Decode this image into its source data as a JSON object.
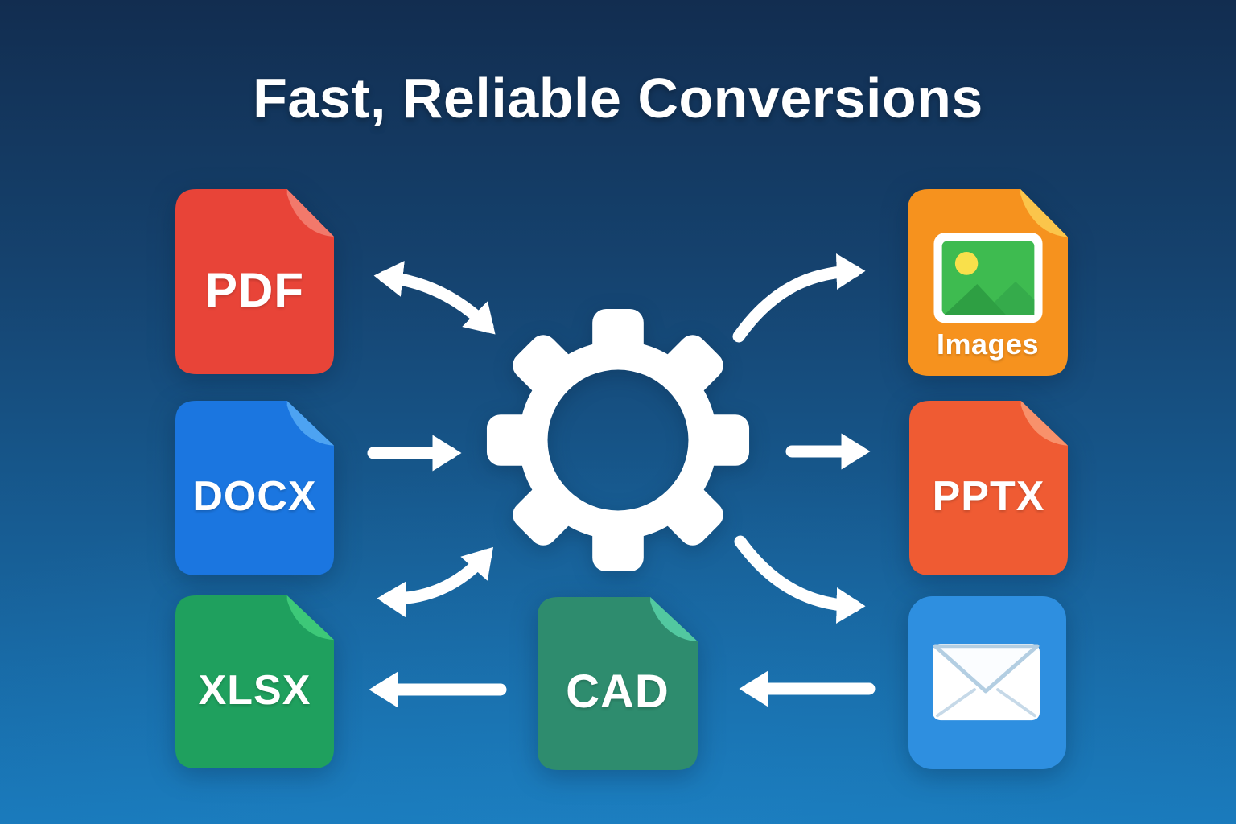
{
  "title": "Fast, Reliable Conversions",
  "colors": {
    "background_top": "#122D50",
    "background_bottom": "#1979BB",
    "title_text": "#FFFFFF",
    "arrow": "#FFFFFF",
    "gear": "#FFFFFF"
  },
  "tiles": {
    "pdf": {
      "label": "PDF",
      "color": "#E84438",
      "fold": "#F2796B"
    },
    "docx": {
      "label": "DOCX",
      "color": "#1B76E0",
      "fold": "#4DA3F2"
    },
    "xlsx": {
      "label": "XLSX",
      "color": "#1FA05E",
      "fold": "#3DC878"
    },
    "cad": {
      "label": "CAD",
      "color": "#2E8C6E",
      "fold": "#52C8A0"
    },
    "images": {
      "label": "Images",
      "color": "#F6921E",
      "fold": "#FBC54B",
      "art": {
        "frame": "#FFFFFF",
        "sky": "#3EBB50",
        "sun": "#F9E04B",
        "mountain_left": "#2E9F43",
        "mountain_right": "#35AB4B"
      }
    },
    "pptx": {
      "label": "PPTX",
      "color": "#EF5B33",
      "fold": "#F8916B"
    },
    "mail": {
      "color": "#2E8FE0",
      "envelope": {
        "body": "#FFFFFF",
        "flap_fill": "#FBFDFF",
        "flap_line": "#B3CEE2",
        "crease_line": "#C6D9E8"
      }
    }
  },
  "arrows": [
    {
      "name": "pdf-gear",
      "type": "curved",
      "bidirectional": true
    },
    {
      "name": "docx-gear",
      "type": "straight",
      "bidirectional": false
    },
    {
      "name": "xlsx-gear",
      "type": "curved",
      "bidirectional": true
    },
    {
      "name": "gear-images",
      "type": "curved",
      "bidirectional": false
    },
    {
      "name": "gear-pptx",
      "type": "straight",
      "bidirectional": false
    },
    {
      "name": "gear-mail",
      "type": "curved",
      "bidirectional": false
    },
    {
      "name": "cad-xlsx",
      "type": "straight",
      "bidirectional": false
    },
    {
      "name": "mail-cad",
      "type": "straight",
      "bidirectional": false
    }
  ]
}
